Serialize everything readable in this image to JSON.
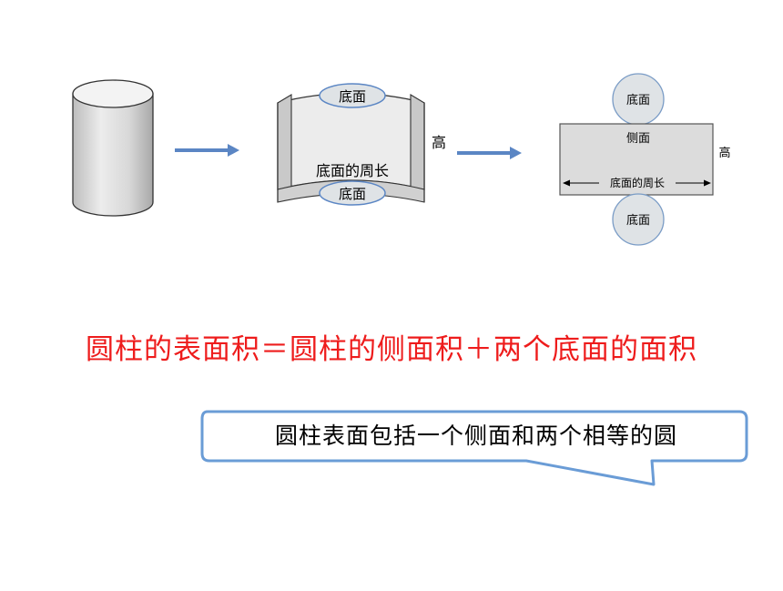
{
  "diagram": {
    "step2": {
      "top_label": "底面",
      "bottom_label": "底面",
      "circumference_label": "底面的周长",
      "height_label": "高"
    },
    "step3": {
      "top_circle_label": "底面",
      "bottom_circle_label": "底面",
      "side_label": "侧面",
      "circumference_label": "底面的周长",
      "height_label": "高"
    }
  },
  "formula": "圆柱的表面积＝圆柱的侧面积＋两个底面的面积",
  "callout": "圆柱表面包括一个侧面和两个相等的圆",
  "colors": {
    "formula": "#ee1c1c",
    "callout_border": "#6a9cd6",
    "arrow": "#5b86c4",
    "circle_fill": "#dfe3e6",
    "surface_fill": "#dcdcdc"
  }
}
